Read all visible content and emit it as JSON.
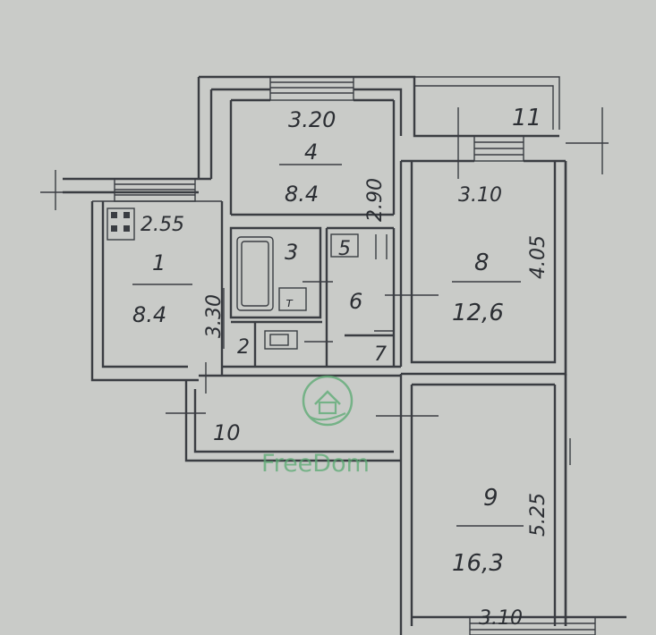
{
  "plan": {
    "rooms": [
      {
        "id": "1",
        "area": "8.4",
        "label_num": "1"
      },
      {
        "id": "2",
        "label_num": "2"
      },
      {
        "id": "3",
        "label_num": "3"
      },
      {
        "id": "4",
        "area": "8.4",
        "label_num": "4"
      },
      {
        "id": "5",
        "label_num": "5"
      },
      {
        "id": "6",
        "label_num": "6"
      },
      {
        "id": "7",
        "label_num": "7"
      },
      {
        "id": "8",
        "area": "12,6",
        "label_num": "8"
      },
      {
        "id": "9",
        "area": "16,3",
        "label_num": "9"
      },
      {
        "id": "10",
        "label_num": "10"
      },
      {
        "id": "11",
        "label_num": "11"
      }
    ],
    "dimensions": {
      "room4_width": "3.20",
      "room4_depth": "2.90",
      "kitchen_width": "2.55",
      "kitchen_depth": "3.30",
      "room8_width": "3.10",
      "room8_depth": "4.05",
      "room9_width": "3.10",
      "room9_depth": "5.25"
    },
    "fixture_mark": "т"
  },
  "watermark": {
    "brand": "FreeDom",
    "color": "#5aaa72",
    "icon": "house-hand-icon"
  },
  "colors": {
    "paper": "#c9cbc8",
    "ink": "#2b2e33"
  }
}
